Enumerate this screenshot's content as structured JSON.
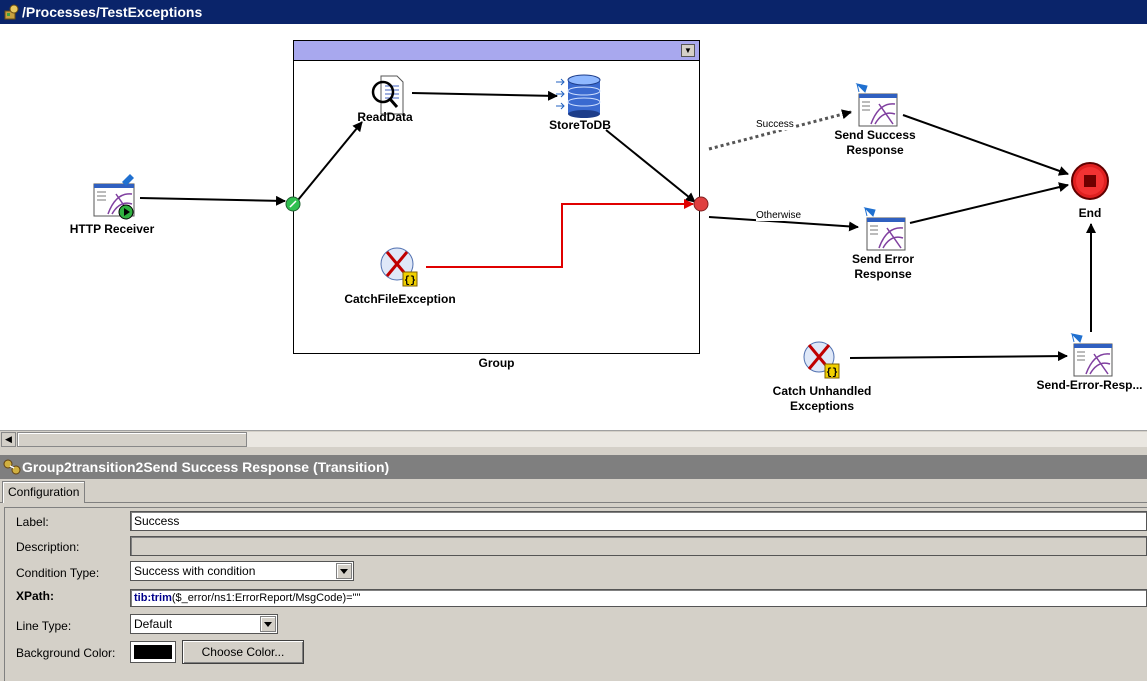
{
  "window": {
    "title": "/Processes/TestExceptions"
  },
  "diagram": {
    "group": {
      "label": "Group"
    },
    "nodes": {
      "http_receiver": "HTTP Receiver",
      "read_data": "ReadData",
      "store_to_db": "StoreToDB",
      "catch_file_exception": "CatchFileException",
      "send_success_response": "Send Success\nResponse",
      "send_error_response": "Send Error\nResponse",
      "end": "End",
      "catch_unhandled": "Catch Unhandled\nExceptions",
      "send_error_resp": "Send-Error-Resp..."
    },
    "edges": {
      "success": "Success",
      "otherwise": "Otherwise"
    }
  },
  "panel": {
    "title": "Group2transition2Send Success Response (Transition)",
    "tabs": [
      "Configuration"
    ],
    "fields": {
      "label_label": "Label:",
      "label_value": "Success",
      "description_label": "Description:",
      "description_value": "",
      "condition_type_label": "Condition Type:",
      "condition_type_value": "Success with condition",
      "xpath_label": "XPath:",
      "xpath_fn": "tib:trim",
      "xpath_rest": "($_error/ns1:ErrorReport/MsgCode)=\"\"",
      "line_type_label": "Line Type:",
      "line_type_value": "Default",
      "bg_color_label": "Background Color:",
      "bg_color_value": "#000000",
      "choose_color_button": "Choose Color..."
    }
  }
}
